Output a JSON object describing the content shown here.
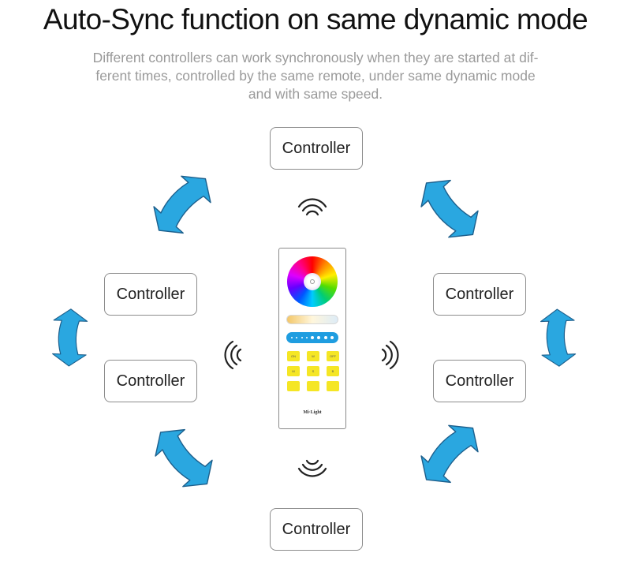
{
  "header": {
    "title": "Auto-Sync function on same dynamic mode",
    "subtitle_lines": [
      "Different controllers can work synchronously when they are started at dif-",
      "ferent times, controlled by the same remote, under same dynamic mode",
      "and with same speed."
    ]
  },
  "controllers": {
    "top": "Controller",
    "left_upper": "Controller",
    "left_lower": "Controller",
    "right_upper": "Controller",
    "right_lower": "Controller",
    "bottom": "Controller"
  },
  "remote": {
    "brand": "Mi·Light",
    "keys": [
      "ON",
      "W",
      "OFF",
      "M",
      "S",
      "B",
      "",
      "",
      ""
    ]
  },
  "colors": {
    "arrow": "#2aa7e0",
    "arrow_outline": "#1d5f8c",
    "key": "#f5e625",
    "brightness_bar": "#1f9de0"
  },
  "icons": [
    "signal-waves-icon",
    "sync-arrow-icon"
  ]
}
